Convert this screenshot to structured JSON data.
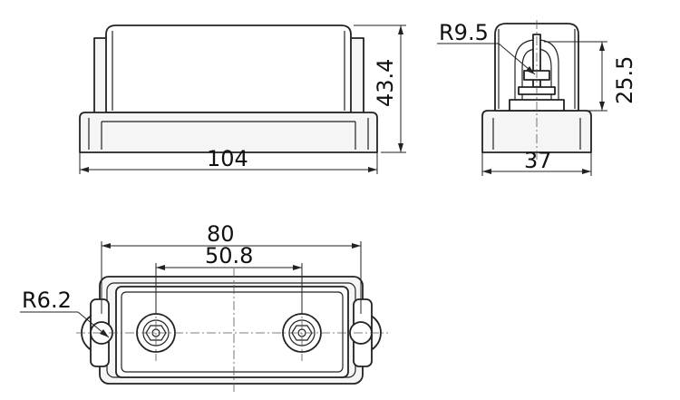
{
  "dimensions": {
    "front_width": "104",
    "front_height": "43.4",
    "side_width": "37",
    "side_height": "25.5",
    "side_radius": "R9.5",
    "top_span": "80",
    "top_hole_spacing": "50.8",
    "top_radius": "R6.2"
  }
}
